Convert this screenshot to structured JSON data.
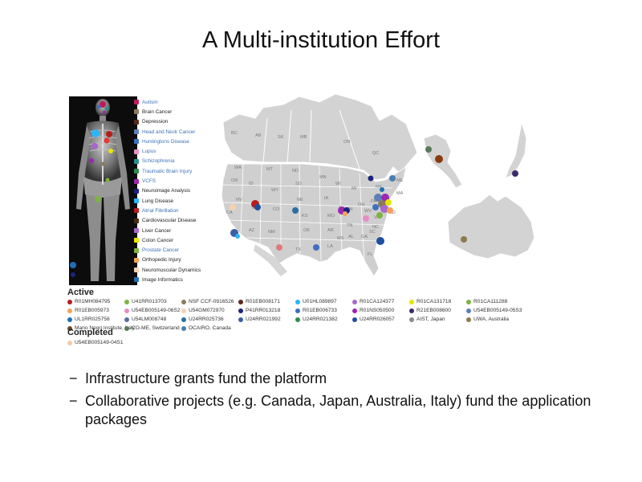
{
  "title": "A Multi-institution Effort",
  "diseases": [
    {
      "label": "Autism",
      "color": "#c2185b",
      "blue": true
    },
    {
      "label": "Brain Cancer",
      "color": "#8a7a5a",
      "blue": false
    },
    {
      "label": "Depression",
      "color": "#5a2a1a",
      "blue": false
    },
    {
      "label": "Head and Neck Cancer",
      "color": "#5d7fb5",
      "blue": true
    },
    {
      "label": "Huntingtons Disease",
      "color": "#3f6fc0",
      "blue": true
    },
    {
      "label": "Lupus",
      "color": "#e58ec4",
      "blue": true
    },
    {
      "label": "Schizophrenia",
      "color": "#2b8f8f",
      "blue": true
    },
    {
      "label": "Traumatic Brain Injury",
      "color": "#2e8b4f",
      "blue": true
    },
    {
      "label": "VCFS",
      "color": "#9c27b0",
      "blue": true
    },
    {
      "label": "Neuroimage Analysis",
      "color": "#1a237e",
      "blue": false
    },
    {
      "label": "Lung Disease",
      "color": "#29b6f6",
      "blue": false
    },
    {
      "label": "Atrial Fibrillation",
      "color": "#b71c1c",
      "blue": true
    },
    {
      "label": "Cardiovascular Disease",
      "color": "#4a2c10",
      "blue": false
    },
    {
      "label": "Liver Cancer",
      "color": "#aa66cc",
      "blue": false
    },
    {
      "label": "Colon Cancer",
      "color": "#e6e600",
      "blue": false
    },
    {
      "label": "Prostate Cancer",
      "color": "#7cb342",
      "blue": true
    },
    {
      "label": "Orthopedic Injury",
      "color": "#f4a259",
      "blue": false
    },
    {
      "label": "Neuromuscular Dynamics",
      "color": "#f6d1b0",
      "blue": false
    },
    {
      "label": "Image Informatics",
      "color": "#1f6fb5",
      "blue": false
    }
  ],
  "states": [
    "BC",
    "AB",
    "SK",
    "MB",
    "ON",
    "QC",
    "WA",
    "MT",
    "ND",
    "MN",
    "ME",
    "OR",
    "ID",
    "WY",
    "SD",
    "WI",
    "MI",
    "NY",
    "MA",
    "NV",
    "NE",
    "IA",
    "IL",
    "OH",
    "PA",
    "MD",
    "CA",
    "UT",
    "CO",
    "KS",
    "MO",
    "IN",
    "WV",
    "VA",
    "AZ",
    "NM",
    "OK",
    "AR",
    "TN",
    "NC",
    "TX",
    "LA",
    "MS",
    "AL",
    "GA",
    "SC",
    "FL"
  ],
  "active_heading": "Active",
  "completed_heading": "Completed",
  "active_grants": [
    {
      "label": "R01MH084795",
      "color": "#b71c1c"
    },
    {
      "label": "U41RR013703",
      "color": "#7cb342"
    },
    {
      "label": "NSF CCF-0916526",
      "color": "#8d7b5a"
    },
    {
      "label": "R01EB008171",
      "color": "#5a2a1a"
    },
    {
      "label": "U01HL089897",
      "color": "#29b6f6"
    },
    {
      "label": "R01CA124377",
      "color": "#aa66cc"
    },
    {
      "label": "R01CA131718",
      "color": "#e6e600"
    },
    {
      "label": "R01CA111288",
      "color": "#7cb342"
    },
    {
      "label": "R01EB005973",
      "color": "#f4a259"
    },
    {
      "label": "U54EB005149-06S2",
      "color": "#e58ec4"
    },
    {
      "label": "U54GM072970",
      "color": "#f6d1b0"
    },
    {
      "label": "P41RR013218",
      "color": "#1a237e"
    },
    {
      "label": "R01EB006733",
      "color": "#3f6fc0"
    },
    {
      "label": "R01NS050500",
      "color": "#9c27b0"
    },
    {
      "label": "R21EB008600",
      "color": "#3b2a6a"
    },
    {
      "label": "U54EB005149-05S3",
      "color": "#5d7fb5"
    },
    {
      "label": "UL1RR025758",
      "color": "#1f6fb5"
    },
    {
      "label": "U54LM008748",
      "color": "#5a6fa0"
    },
    {
      "label": "U24RR025736",
      "color": "#2b6f9f"
    },
    {
      "label": "U24RR021992",
      "color": "#3a5fa5"
    },
    {
      "label": "U24RR021382",
      "color": "#2e8b4f"
    },
    {
      "label": "U24RR026057",
      "color": "#1f4f9f"
    },
    {
      "label": "AIST, Japan",
      "color": "#8a8a8a"
    },
    {
      "label": "UWA, Australia",
      "color": "#8d7b4a"
    },
    {
      "label": "Mario Negri Institute, Italy",
      "color": "#6a4a2a"
    },
    {
      "label": "CO-ME, Switzerland",
      "color": "#5a7a5a"
    },
    {
      "label": "OCAIRO, Canada",
      "color": "#4a7fb0"
    }
  ],
  "completed_grants": [
    {
      "label": "U54EB005149-04S1",
      "color": "#f6c9a8"
    }
  ],
  "bullets": [
    "Infrastructure grants fund the platform",
    "Collaborative projects (e.g. Canada, Japan, Australia, Italy) fund the application packages"
  ]
}
